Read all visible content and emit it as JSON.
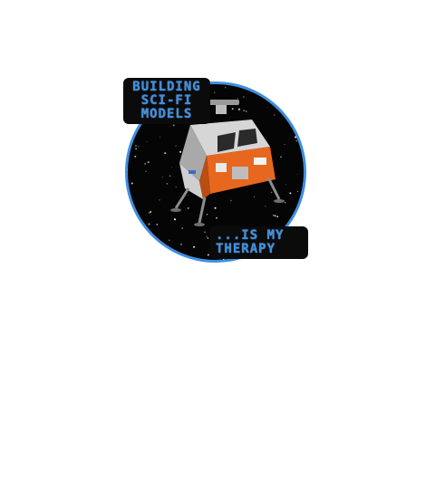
{
  "caption_top": {
    "line1": "BUILDING",
    "line2": "SCI-FI",
    "line3": "MODELS"
  },
  "caption_bottom": {
    "line1": "...IS MY",
    "line2": "THERAPY"
  },
  "colors": {
    "background": "#ffffff",
    "space": "#050505",
    "ring": "#3f8fe0",
    "caption_text": "#3f8fe0",
    "craft_orange": "#e8671e",
    "craft_silver": "#c9c9c9"
  },
  "icons": {
    "illustration": "lunar-lander-illustration",
    "stars": "star-field"
  }
}
